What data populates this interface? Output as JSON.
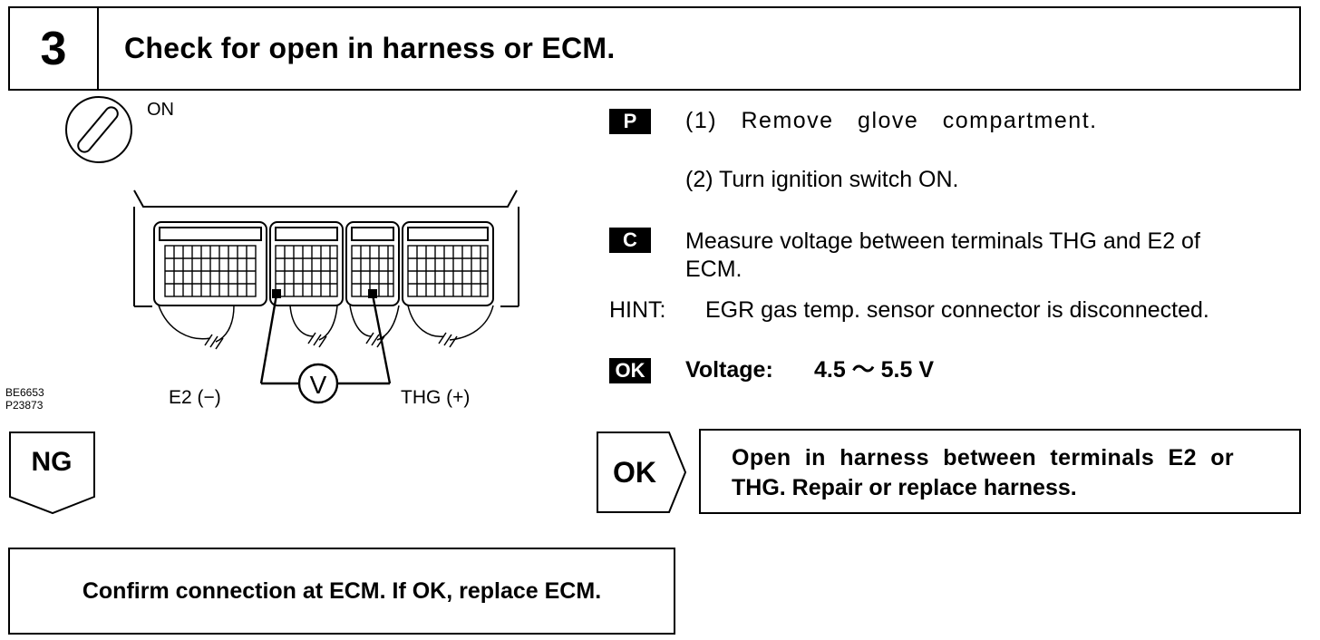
{
  "header": {
    "step_number": "3",
    "title": "Check for open in harness or ECM."
  },
  "figure": {
    "ignition_label": "ON",
    "e2_label": "E2 (−)",
    "thg_label": "THG (+)",
    "meter_label": "V",
    "code_1": "BE6653",
    "code_2": "P23873"
  },
  "instructions": {
    "prep_badge": "P",
    "prep_step_1": "(1) Remove glove compartment.",
    "prep_step_2": "(2) Turn ignition switch ON.",
    "check_badge": "C",
    "check_line_1": "Measure voltage between terminals THG and E2 of",
    "check_line_2": "ECM.",
    "hint_label": "HINT:",
    "hint_text": "EGR gas temp. sensor connector is disconnected.",
    "ok_badge": "OK",
    "spec_label": "Voltage:",
    "spec_value": "4.5 〜 5.5 V"
  },
  "result_ok": {
    "label": "OK",
    "line_1": "Open in harness between terminals E2 or",
    "line_2": "THG. Repair or replace harness."
  },
  "result_ng": {
    "label": "NG",
    "text": "Confirm connection at ECM. If OK, replace ECM."
  }
}
